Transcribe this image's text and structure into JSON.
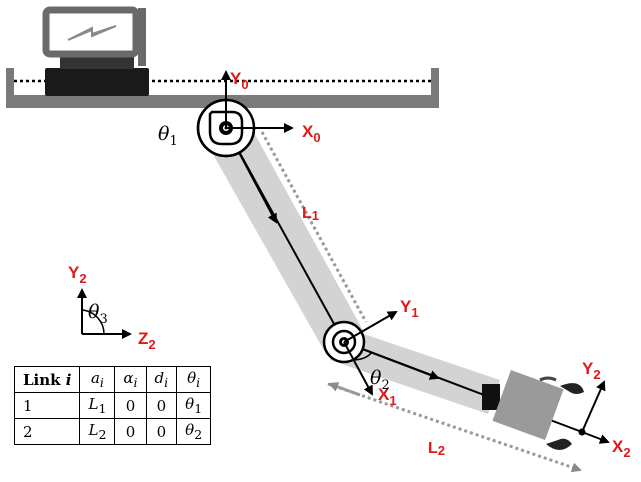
{
  "diagram": {
    "frames": {
      "y0": {
        "main": "Y",
        "sub": "0"
      },
      "x0": {
        "main": "X",
        "sub": "0"
      },
      "y1": {
        "main": "Y",
        "sub": "1"
      },
      "x1": {
        "main": "X",
        "sub": "1"
      },
      "y2_legend": {
        "main": "Y",
        "sub": "2"
      },
      "z2_legend": {
        "main": "Z",
        "sub": "2"
      },
      "y2_tool": {
        "main": "Y",
        "sub": "2"
      },
      "x2_tool": {
        "main": "X",
        "sub": "2"
      }
    },
    "angles": {
      "theta1": {
        "main": "θ",
        "sub": "1"
      },
      "theta2": {
        "main": "θ",
        "sub": "2"
      },
      "theta3": {
        "main": "θ",
        "sub": "3"
      }
    },
    "lengths": {
      "l1": {
        "main": "L",
        "sub": "1"
      },
      "l2": {
        "main": "L",
        "sub": "2"
      }
    },
    "colors": {
      "frame_label": "#e01818",
      "arm_fill": "#d3d3d3",
      "base_gray": "#7a7a7a",
      "dashed": "#9a9a9a"
    },
    "icons": [
      "battery-icon",
      "gripper-icon"
    ]
  },
  "table": {
    "headers": [
      {
        "main": "Link ",
        "sub": "i",
        "style": "link"
      },
      {
        "main": "a",
        "sub": "i"
      },
      {
        "main": "α",
        "sub": "i"
      },
      {
        "main": "d",
        "sub": "i"
      },
      {
        "main": "θ",
        "sub": "i"
      }
    ],
    "rows": [
      {
        "link": "1",
        "a": "L",
        "a_sub": "1",
        "alpha": "0",
        "d": "0",
        "theta": "θ",
        "theta_sub": "1"
      },
      {
        "link": "2",
        "a": "L",
        "a_sub": "2",
        "alpha": "0",
        "d": "0",
        "theta": "θ",
        "theta_sub": "2"
      }
    ]
  }
}
